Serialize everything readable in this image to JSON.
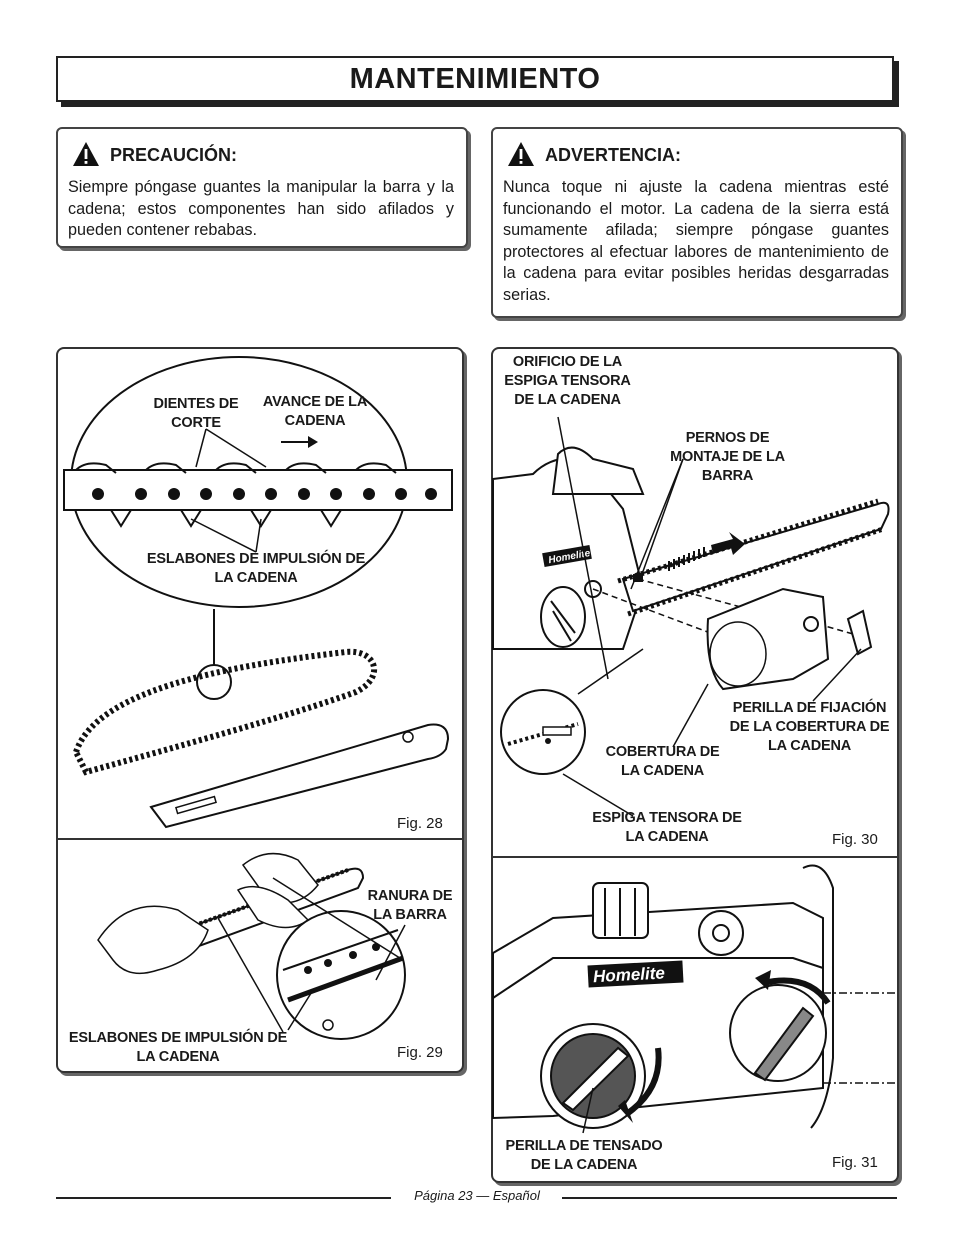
{
  "page": {
    "title": "MANTENIMIENTO",
    "footer": "Página 23 — Español"
  },
  "caution": {
    "heading": "PRECAUCIÓN:",
    "body": "Siempre póngase guantes la manipular la barra y la cadena; estos componentes han sido afilados y pueden contener rebabas."
  },
  "warning": {
    "heading": "ADVERTENCIA:",
    "body": "Nunca toque ni ajuste la cadena mientras esté funcionando el motor. La cadena de la sierra está sumamente afilada; siempre póngase guantes protectores al efectuar labores de mantenimiento de la cadena para evitar posibles heridas desgarradas serias."
  },
  "fig28": {
    "label": "Fig. 28",
    "cutting_teeth": "DIENTES DE CORTE",
    "chain_travel": "AVANCE DE LA CADENA",
    "drive_links": "ESLABONES DE IMPULSIÓN DE LA CADENA"
  },
  "fig29": {
    "label": "Fig. 29",
    "bar_groove": "RANURA DE LA BARRA",
    "drive_links": "ESLABONES DE IMPULSIÓN DE LA CADENA"
  },
  "fig30": {
    "label": "Fig. 30",
    "tensioner_hole": "ORIFICIO DE LA ESPIGA TENSORA DE LA CADENA",
    "bar_bolts": "PERNOS DE MONTAJE DE LA BARRA",
    "cover_knob": "PERILLA DE FIJACIÓN DE LA COBERTURA DE LA CADENA",
    "chain_cover": "COBERTURA DE LA CADENA",
    "tensioner_pin": "ESPIGA TENSORA DE LA CADENA",
    "brand": "Homelite"
  },
  "fig31": {
    "label": "Fig. 31",
    "tension_knob": "PERILLA DE TENSADO DE LA CADENA",
    "brand": "Homelite"
  }
}
